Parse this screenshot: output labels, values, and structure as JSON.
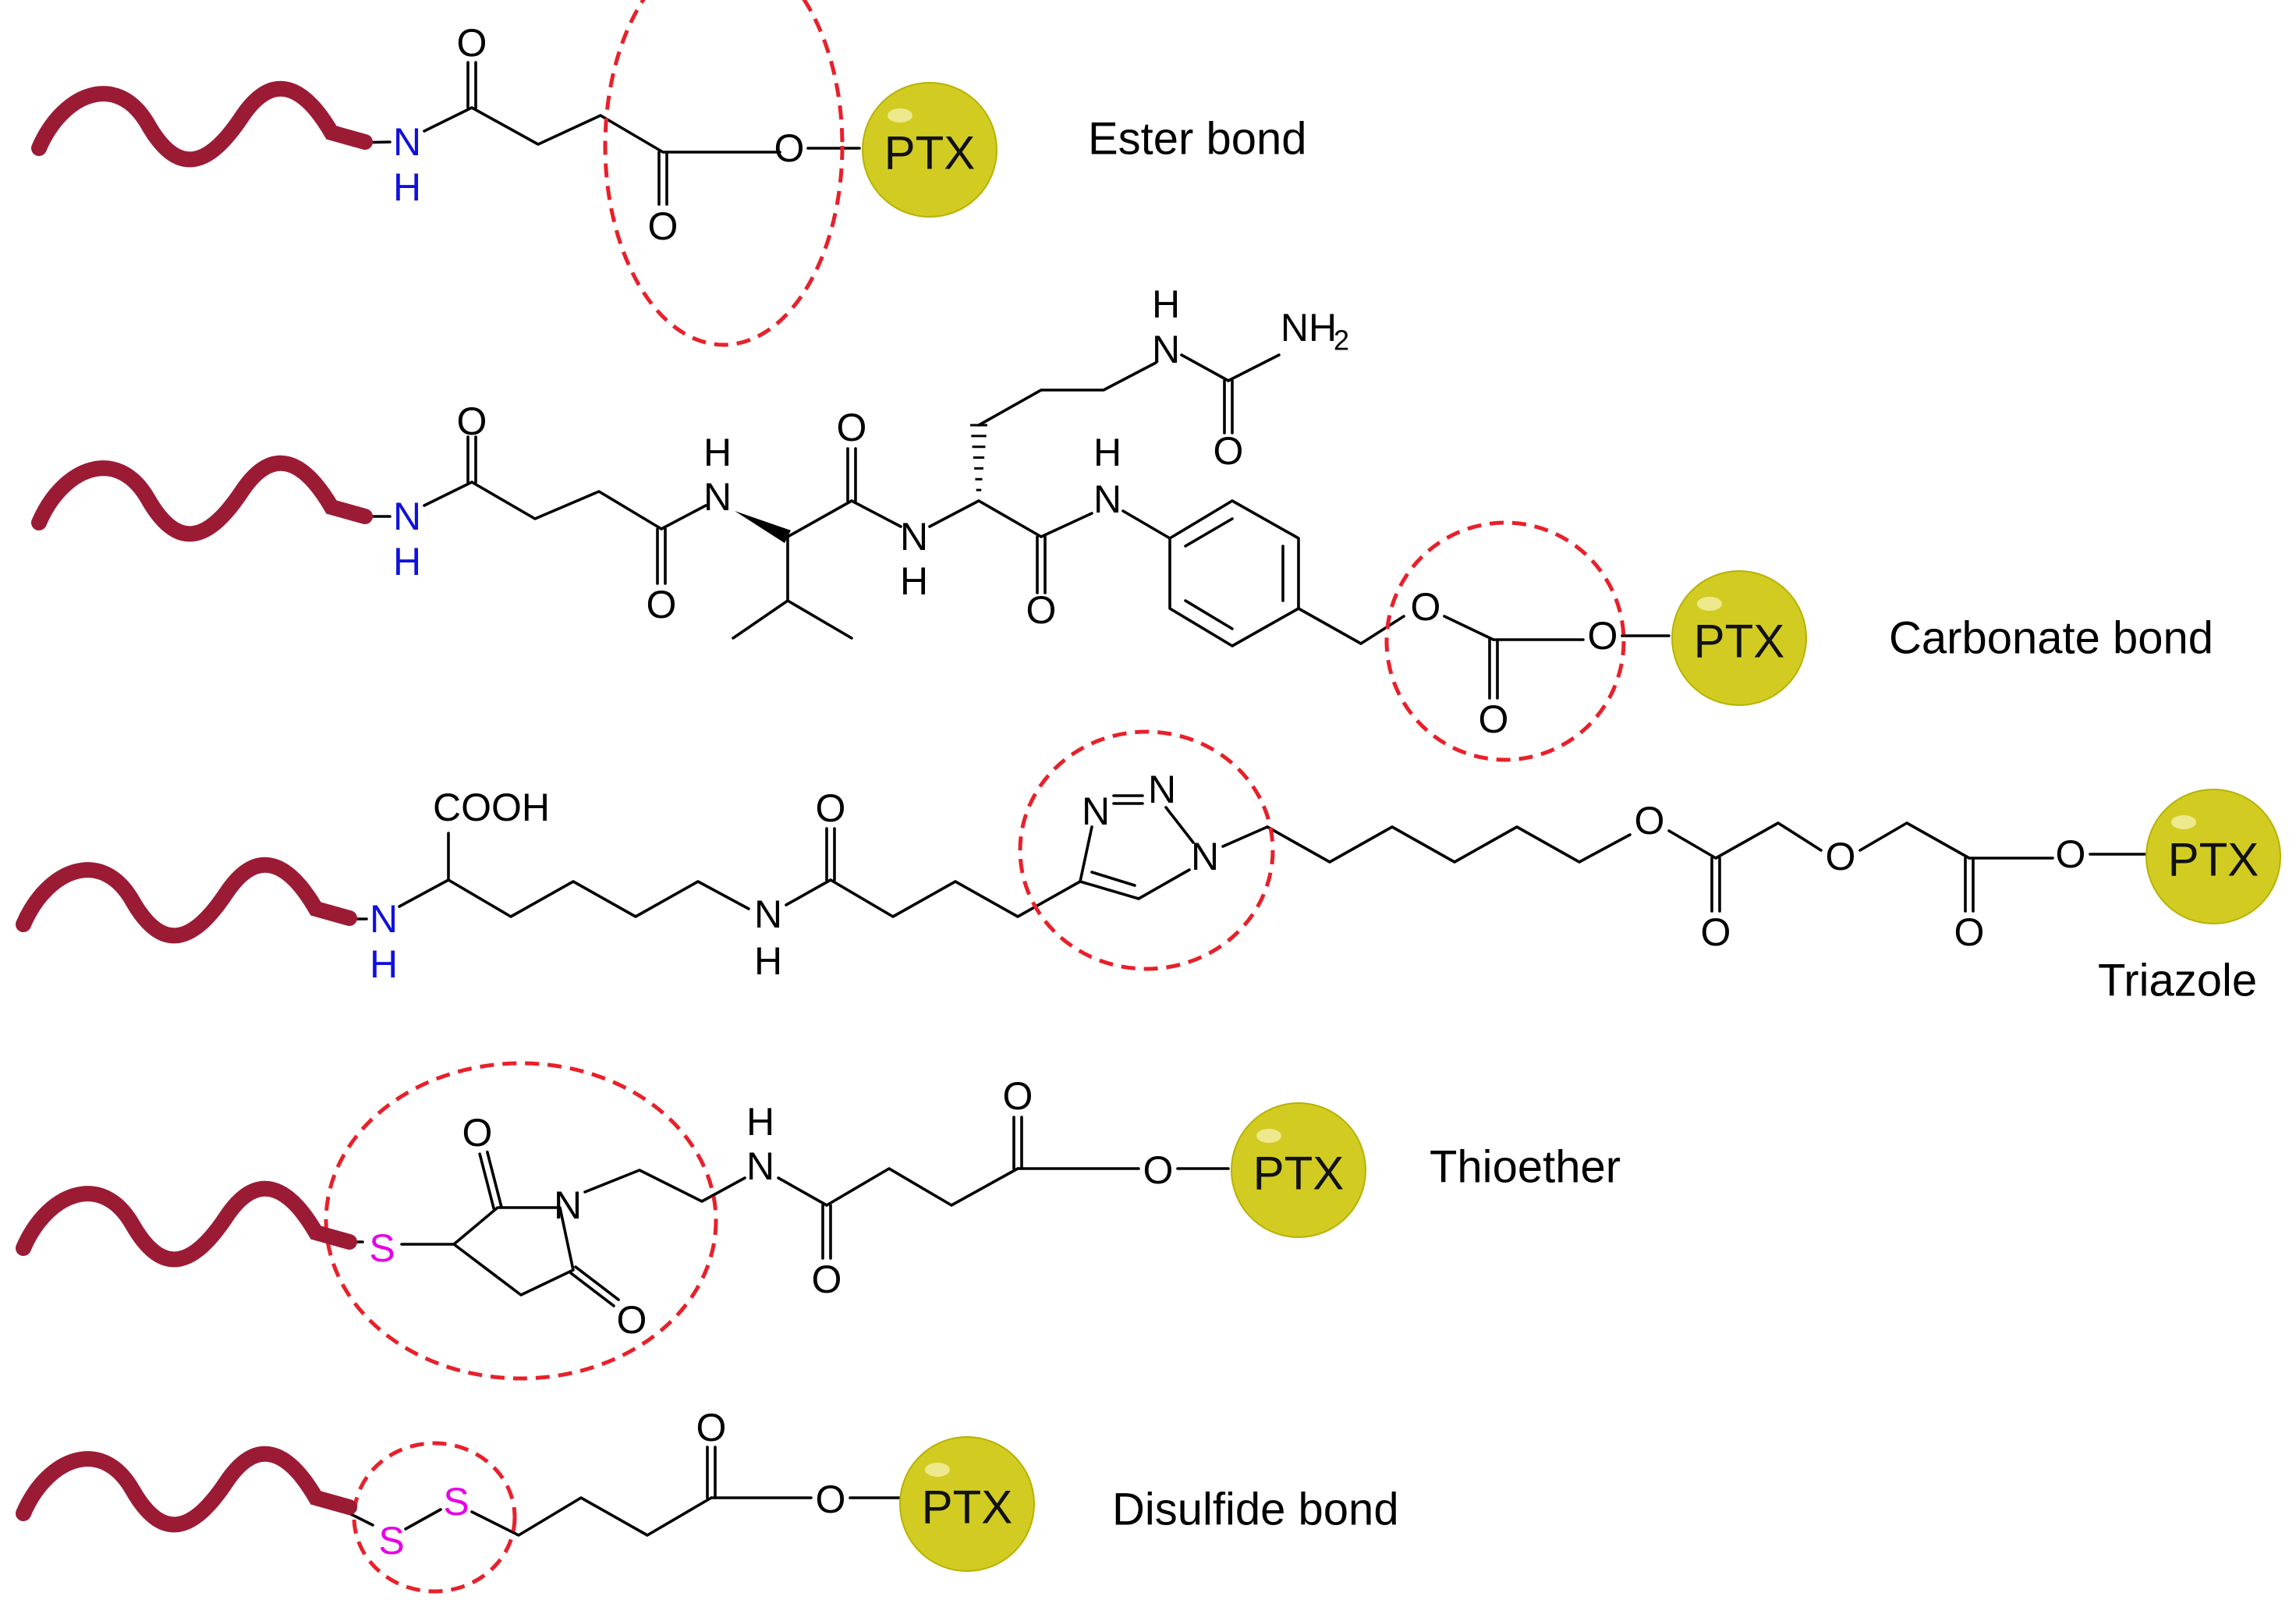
{
  "colors": {
    "ribbon": "#9b1b35",
    "ptx_fill": "#d2cc22",
    "highlight_circle": "#e8202a",
    "nitrogen_label": "#1010e0",
    "sulfur_label": "#e600e6",
    "atom_label": "#000000"
  },
  "drug_label": "PTX",
  "linkers": [
    {
      "id": "ester",
      "caption": "Ester bond"
    },
    {
      "id": "carbonate",
      "caption": "Carbonate bond"
    },
    {
      "id": "triazole",
      "caption": "Triazole"
    },
    {
      "id": "thioether",
      "caption": "Thioether"
    },
    {
      "id": "disulfide",
      "caption": "Disulfide bond"
    }
  ],
  "atom_labels": {
    "O": "O",
    "N": "N",
    "H": "H",
    "S": "S",
    "NH": "NH",
    "COOH": "COOH",
    "NH2_main": "NH",
    "NH2_sub": "2"
  }
}
